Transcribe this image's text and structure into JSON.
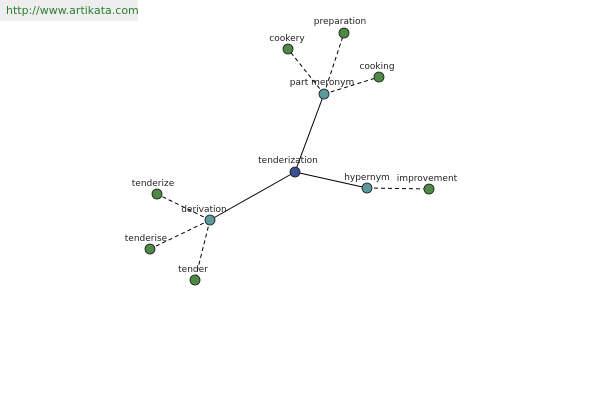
{
  "watermark": "http://www.artikata.com",
  "colors": {
    "root_node": "#3b4f8f",
    "relation_node": "#5a9a9a",
    "leaf_node": "#4e8a45",
    "solid_edge": "#000000",
    "dashed_edge": "#000000"
  },
  "nodes": [
    {
      "id": "tenderization",
      "label": "tenderization",
      "kind": "root"
    },
    {
      "id": "part_meronym",
      "label": "part meronym",
      "kind": "relation"
    },
    {
      "id": "hypernym",
      "label": "hypernym",
      "kind": "relation"
    },
    {
      "id": "derivation",
      "label": "derivation",
      "kind": "relation"
    },
    {
      "id": "cookery",
      "label": "cookery",
      "kind": "leaf"
    },
    {
      "id": "preparation",
      "label": "preparation",
      "kind": "leaf"
    },
    {
      "id": "cooking",
      "label": "cooking",
      "kind": "leaf"
    },
    {
      "id": "improvement",
      "label": "improvement",
      "kind": "leaf"
    },
    {
      "id": "tenderize",
      "label": "tenderize",
      "kind": "leaf"
    },
    {
      "id": "tenderise",
      "label": "tenderise",
      "kind": "leaf"
    },
    {
      "id": "tender",
      "label": "tender",
      "kind": "leaf"
    }
  ],
  "edges": [
    {
      "from": "tenderization",
      "to": "part_meronym",
      "style": "solid"
    },
    {
      "from": "tenderization",
      "to": "hypernym",
      "style": "solid"
    },
    {
      "from": "tenderization",
      "to": "derivation",
      "style": "solid"
    },
    {
      "from": "part_meronym",
      "to": "cookery",
      "style": "dashed"
    },
    {
      "from": "part_meronym",
      "to": "preparation",
      "style": "dashed"
    },
    {
      "from": "part_meronym",
      "to": "cooking",
      "style": "dashed"
    },
    {
      "from": "hypernym",
      "to": "improvement",
      "style": "dashed"
    },
    {
      "from": "derivation",
      "to": "tenderize",
      "style": "dashed"
    },
    {
      "from": "derivation",
      "to": "tenderise",
      "style": "dashed"
    },
    {
      "from": "derivation",
      "to": "tender",
      "style": "dashed"
    }
  ]
}
